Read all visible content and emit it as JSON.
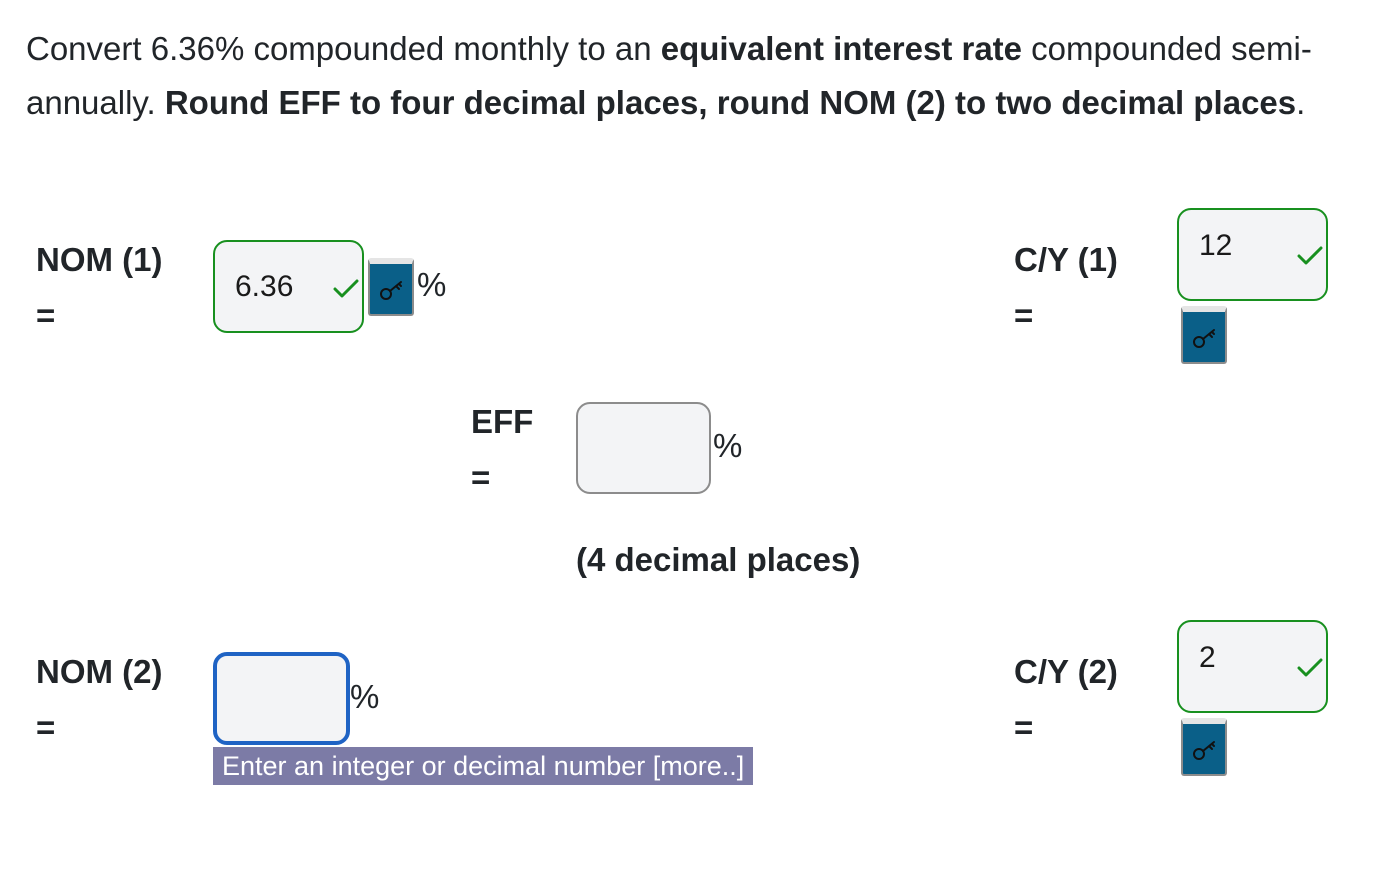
{
  "question": {
    "p1": "Convert 6.36% compounded monthly to an ",
    "b1": "equivalent interest rate",
    "p2": " compounded semi-annually. ",
    "b2": "Round EFF to four decimal places, round NOM (2) to two decimal places",
    "p3": "."
  },
  "nom1": {
    "label": "NOM (1)",
    "eq": "=",
    "value": "6.36",
    "unit": "%",
    "status": "correct"
  },
  "cy1": {
    "label": "C/Y (1)",
    "eq": "=",
    "value": "12",
    "status": "correct"
  },
  "eff": {
    "label": "EFF",
    "eq": "=",
    "value": "",
    "unit": "%",
    "note": "(4 decimal places)"
  },
  "nom2": {
    "label": "NOM (2)",
    "eq": "=",
    "value": "",
    "unit": "%",
    "status": "focused",
    "hint": "Enter an integer or decimal number [more..]"
  },
  "cy2": {
    "label": "C/Y (2)",
    "eq": "=",
    "value": "2",
    "status": "correct"
  },
  "icons": {
    "check": "check-icon",
    "key": "key-icon"
  },
  "colors": {
    "correct": "#18901f",
    "focus": "#1f63c4",
    "key_button": "#0a5f88",
    "hint_bg": "#7c7ba6"
  }
}
